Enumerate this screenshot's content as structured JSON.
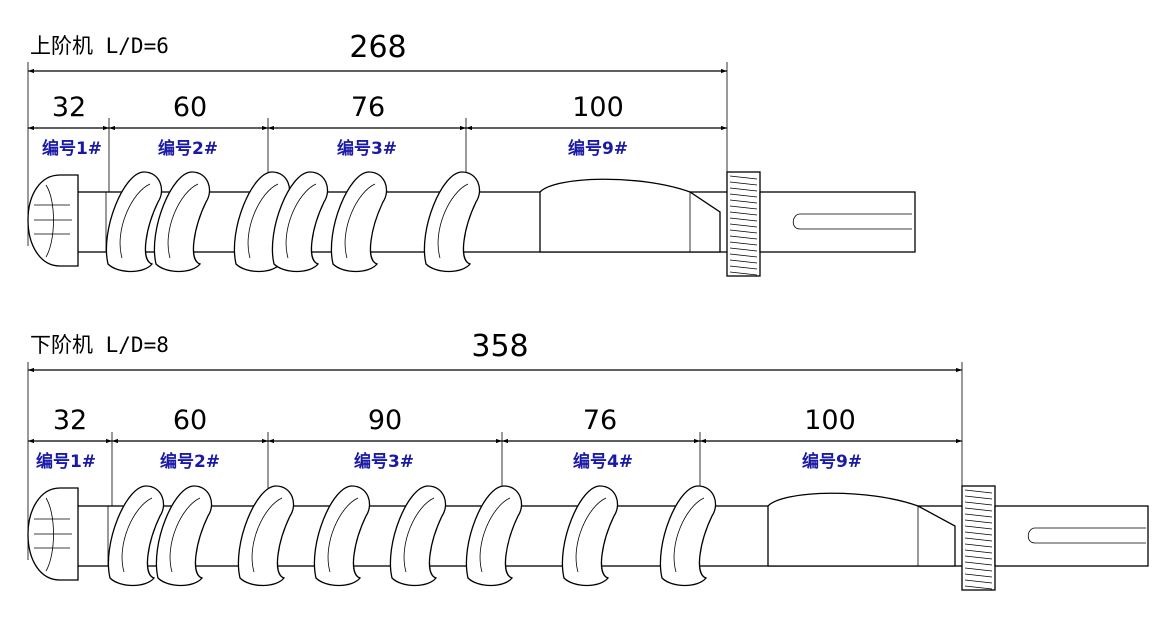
{
  "upper": {
    "title": "上阶机 L/D=6",
    "total": "268",
    "segments": [
      {
        "length": "32",
        "code": "编号1#"
      },
      {
        "length": "60",
        "code": "编号2#"
      },
      {
        "length": "76",
        "code": "编号3#"
      },
      {
        "length": "100",
        "code": "编号9#"
      }
    ]
  },
  "lower": {
    "title": "下阶机 L/D=8",
    "total": "358",
    "segments": [
      {
        "length": "32",
        "code": "编号1#"
      },
      {
        "length": "60",
        "code": "编号2#"
      },
      {
        "length": "90",
        "code": "编号3#"
      },
      {
        "length": "76",
        "code": "编号4#"
      },
      {
        "length": "100",
        "code": "编号9#"
      }
    ]
  }
}
